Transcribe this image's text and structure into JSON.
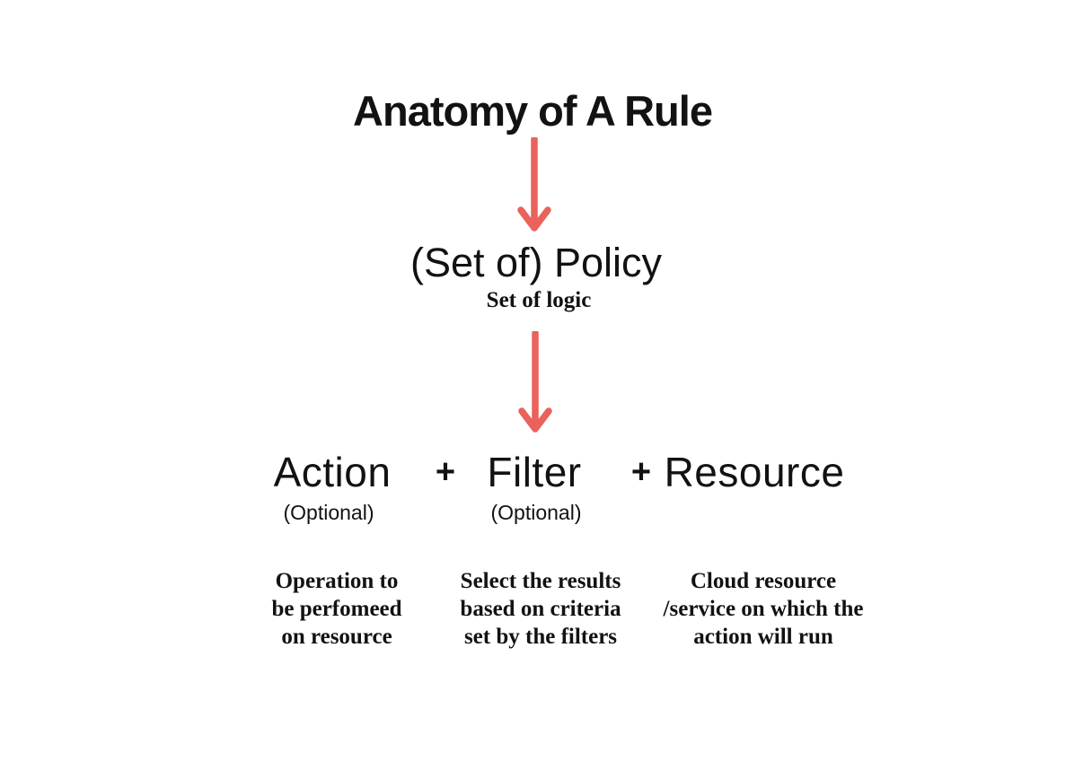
{
  "page": {
    "background_color": "#ffffff",
    "text_color": "#121212",
    "arrow_color": "#e9625b"
  },
  "title": "Anatomy of A Rule",
  "policy": {
    "label": "(Set of) Policy",
    "sublabel": "Set of logic"
  },
  "formula": {
    "plus": "+",
    "items": [
      {
        "label": "Action",
        "note": "(Optional)",
        "description": "Operation to\nbe perfomeed\non resource"
      },
      {
        "label": "Filter",
        "note": "(Optional)",
        "description": "Select the results\nbased on criteria\nset by the filters"
      },
      {
        "label": "Resource",
        "note": "",
        "description": "Cloud resource\n/service on which the\naction will run"
      }
    ]
  }
}
